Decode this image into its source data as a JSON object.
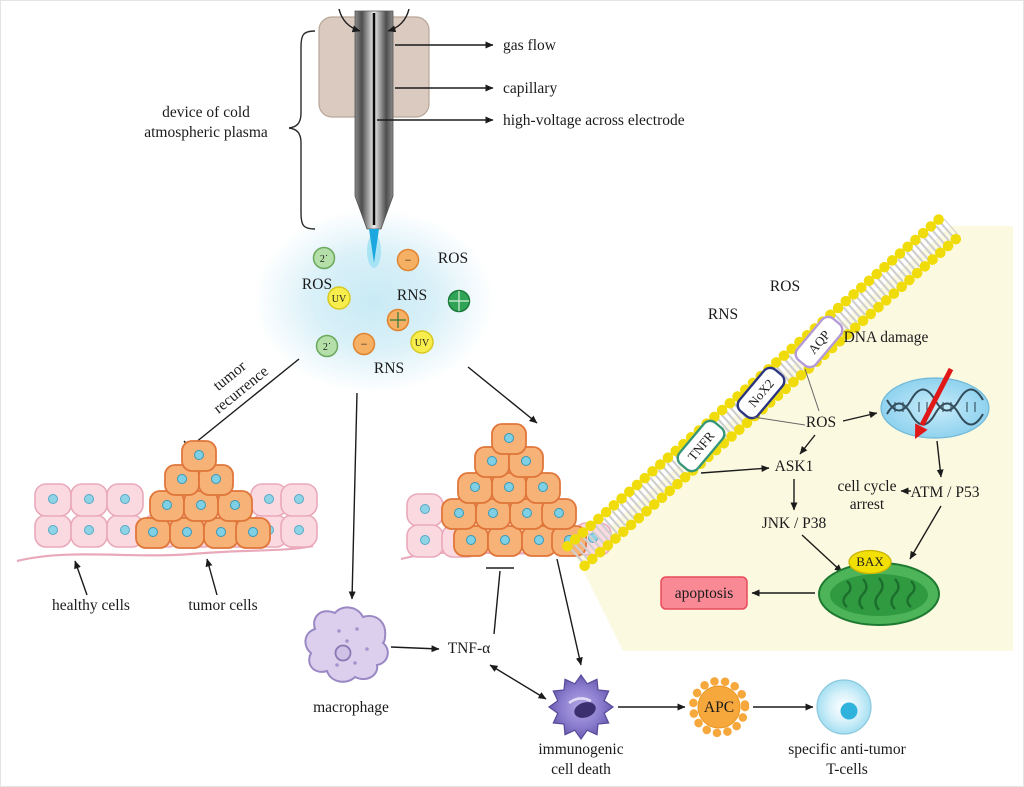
{
  "device": {
    "label_line1": "device of cold",
    "label_line2": "atmospheric plasma",
    "gas_flow": "gas flow",
    "capillary": "capillary",
    "electrode": "high-voltage across electrode"
  },
  "plume": {
    "ros_left": "ROS",
    "ros_right": "ROS",
    "rns_mid": "RNS",
    "rns_bottom": "RNS",
    "uv": "UV",
    "singlet": "2˙",
    "minus": "−"
  },
  "tissue": {
    "recurrence_line1": "tumor",
    "recurrence_line2": "recurrence",
    "healthy": "healthy cells",
    "tumor": "tumor cells"
  },
  "membrane": {
    "rns": "RNS",
    "ros": "ROS",
    "tnfr": "TNFR",
    "nox2": "NoX2",
    "aqp": "AQP"
  },
  "cytoplasm": {
    "ros": "ROS",
    "dna_damage": "DNA damage",
    "ask1": "ASK1",
    "jnk_p38": "JNK / P38",
    "atm_p53": "ATM / P53",
    "cell_cycle_line1": "cell cycle",
    "cell_cycle_line2": "arrest",
    "bax": "BAX",
    "apoptosis": "apoptosis"
  },
  "immune": {
    "macrophage": "macrophage",
    "tnf_alpha": "TNF-α",
    "icd_line1": "immunogenic",
    "icd_line2": "cell death",
    "apc": "APC",
    "tcell_line1": "specific anti-tumor",
    "tcell_line2": "T-cells"
  },
  "colors": {
    "uv": "#f7ee4e",
    "reactive_green": "#b5dfa8",
    "reactive_orange": "#f6b063",
    "healthy_cell": "#fbd9e0",
    "tumor_cell": "#f7b277",
    "membrane_head": "#f0dc0a",
    "cytoplasm": "#fcf9e1",
    "dna_oval": "#9ad8f0",
    "apoptosis": "#f98a95",
    "mitochondrion": "#4db45a",
    "bax": "#f2e005",
    "macrophage": "#dbcfed",
    "icd": "#8d7fd0",
    "apc": "#f7a83c",
    "tcell": "#aadff2"
  }
}
